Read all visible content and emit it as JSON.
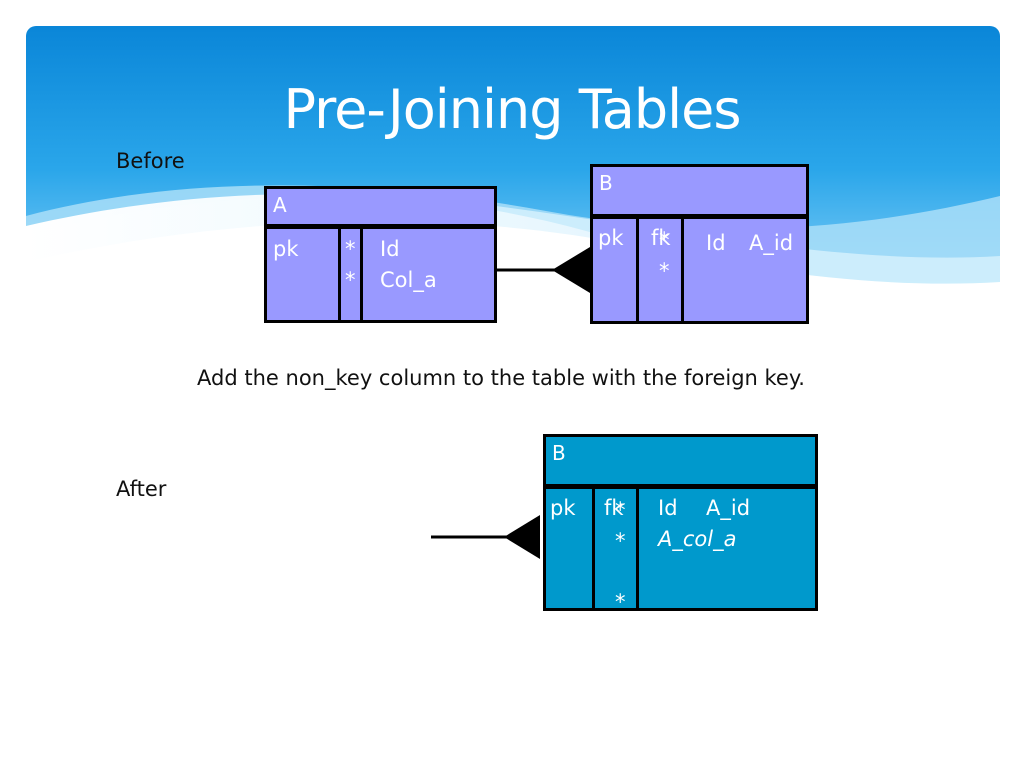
{
  "slide": {
    "title": "Pre-Joining Tables",
    "before_label": "Before",
    "after_label": "After",
    "caption": "Add the non_key column to the table with the foreign key."
  },
  "colors": {
    "header_blue": "#1e95de",
    "before_table_fill": "#9999ff",
    "after_table_fill": "#0099cc",
    "line": "#000000",
    "text_on_table": "#ffffff"
  },
  "before": {
    "table_a": {
      "name": "A",
      "key_col": "pk",
      "marks": [
        "*",
        "*"
      ],
      "columns": [
        "Id",
        "Col_a"
      ]
    },
    "table_b": {
      "name": "B",
      "key_col1": "pk",
      "key_col2": "fk",
      "marks": [
        "*",
        "*"
      ],
      "columns": [
        "Id",
        "A_id"
      ]
    }
  },
  "after": {
    "table_b": {
      "name": "B",
      "key_col1": "pk",
      "key_col2": "fk",
      "marks": [
        "*",
        "*",
        "*"
      ],
      "columns": [
        "Id",
        "A_id"
      ],
      "added_column": "A_col_a"
    }
  }
}
